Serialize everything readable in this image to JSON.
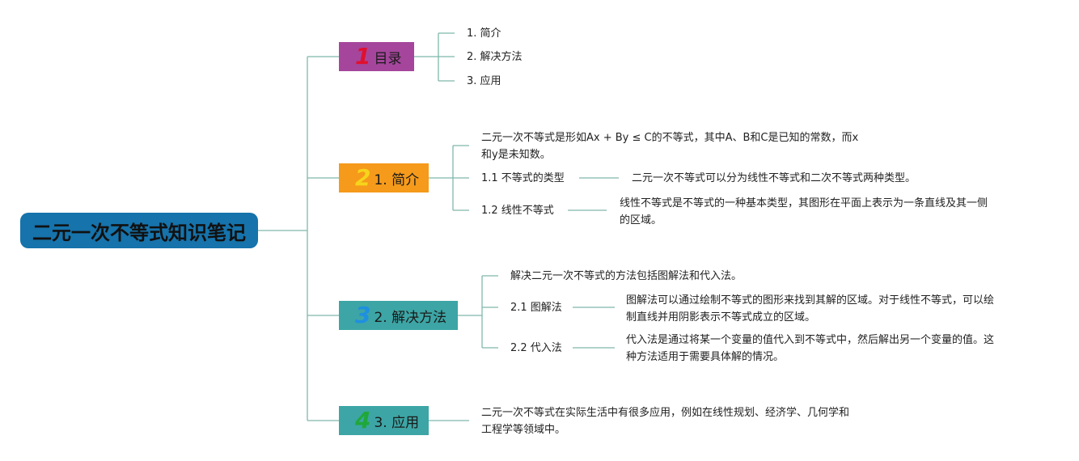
{
  "colors": {
    "root_bg": "#1673ab",
    "branch_1": "#a5469c",
    "branch_2": "#f59a1a",
    "branch_3": "#3da5a5",
    "branch_4": "#3da5a5",
    "num_1": "#e0102f",
    "num_2": "#f7d41c",
    "num_3": "#1f8fe0",
    "num_4": "#1fa83a",
    "line": "#7fb8ab"
  },
  "root": {
    "title": "二元一次不等式知识笔记"
  },
  "branches": [
    {
      "num": "1",
      "label": "目录",
      "items": [
        "1. 简介",
        "2. 解决方法",
        "3. 应用"
      ]
    },
    {
      "num": "2",
      "label": "1. 简介",
      "intro_line1": "二元一次不等式是形如Ax + By ≤ C的不等式，其中A、B和C是已知的常数，而x",
      "intro_line2": "和y是未知数。",
      "sub": [
        {
          "label": "1.1 不等式的类型",
          "desc_line1": "二元一次不等式可以分为线性不等式和二次不等式两种类型。",
          "desc_line2": ""
        },
        {
          "label": "1.2 线性不等式",
          "desc_line1": "线性不等式是不等式的一种基本类型，其图形在平面上表示为一条直线及其一侧",
          "desc_line2": "的区域。"
        }
      ]
    },
    {
      "num": "3",
      "label": "2. 解决方法",
      "intro_line1": "解决二元一次不等式的方法包括图解法和代入法。",
      "sub": [
        {
          "label": "2.1 图解法",
          "desc_line1": "图解法可以通过绘制不等式的图形来找到其解的区域。对于线性不等式，可以绘",
          "desc_line2": "制直线并用阴影表示不等式成立的区域。"
        },
        {
          "label": "2.2 代入法",
          "desc_line1": "代入法是通过将某一个变量的值代入到不等式中，然后解出另一个变量的值。这",
          "desc_line2": "种方法适用于需要具体解的情况。"
        }
      ]
    },
    {
      "num": "4",
      "label": "3. 应用",
      "intro_line1": "二元一次不等式在实际生活中有很多应用，例如在线性规划、经济学、几何学和",
      "intro_line2": "工程学等领域中。"
    }
  ]
}
